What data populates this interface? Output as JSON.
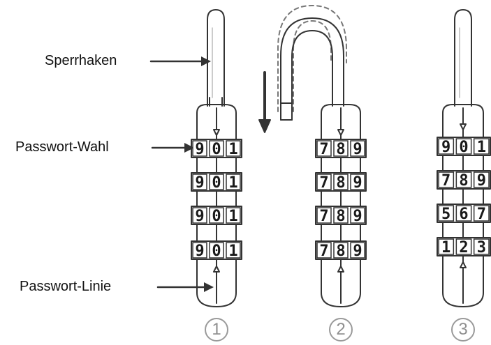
{
  "labels": {
    "shackle": "Sperrhaken",
    "dial_select": "Passwort-Wahl",
    "code_line": "Passwort-Linie"
  },
  "steps": [
    "1",
    "2",
    "3"
  ],
  "locks": [
    {
      "dials": [
        [
          "9",
          "0",
          "1"
        ],
        [
          "9",
          "0",
          "1"
        ],
        [
          "9",
          "0",
          "1"
        ],
        [
          "9",
          "0",
          "1"
        ]
      ]
    },
    {
      "dials": [
        [
          "7",
          "8",
          "9"
        ],
        [
          "7",
          "8",
          "9"
        ],
        [
          "7",
          "8",
          "9"
        ],
        [
          "7",
          "8",
          "9"
        ]
      ]
    },
    {
      "dials": [
        [
          "9",
          "0",
          "1"
        ],
        [
          "7",
          "8",
          "9"
        ],
        [
          "5",
          "6",
          "7"
        ],
        [
          "1",
          "2",
          "3"
        ]
      ]
    }
  ]
}
